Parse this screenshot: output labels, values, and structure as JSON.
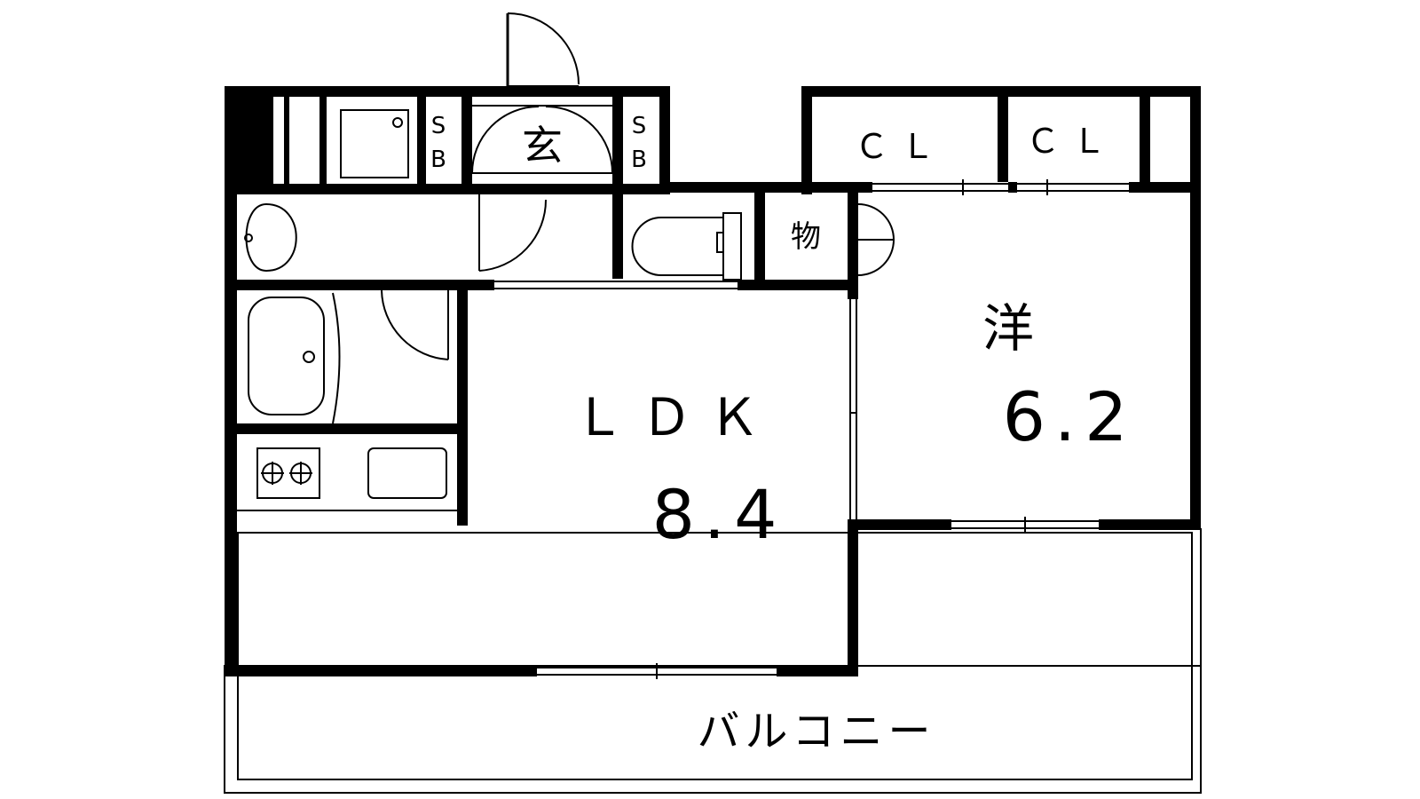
{
  "rooms": {
    "ldk": {
      "name": "ＬＤＫ",
      "size": "8.4"
    },
    "western": {
      "name": "洋",
      "size": "6.2"
    },
    "entrance": {
      "name": "玄"
    },
    "storage": {
      "name": "物"
    },
    "closet_1": {
      "name": "ＣＬ"
    },
    "closet_2": {
      "name": "ＣＬ"
    },
    "shoebox_left": {
      "line1": "S",
      "line2": "B"
    },
    "shoebox_right": {
      "line1": "S",
      "line2": "B"
    },
    "balcony": {
      "name": "バルコニー"
    }
  }
}
